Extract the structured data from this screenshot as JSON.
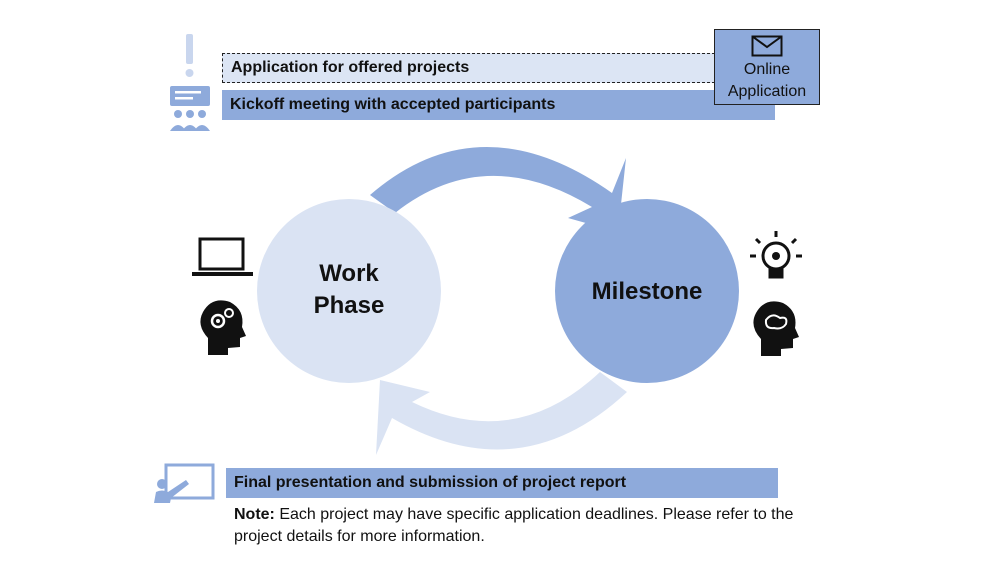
{
  "steps": {
    "application": "Application for offered projects",
    "kickoff": "Kickoff meeting with accepted participants",
    "final": "Final presentation and submission of project report"
  },
  "online_box": {
    "line1": "Online",
    "line2": "Application",
    "icon": "envelope-icon"
  },
  "cycle": {
    "work_line1": "Work",
    "work_line2": "Phase",
    "milestone": "Milestone"
  },
  "note": {
    "label": "Note:",
    "text": "Each project may have specific application deadlines. Please refer to the project details for more information."
  },
  "icons": {
    "exclamation": "exclamation-icon",
    "meeting": "meeting-icon",
    "laptop": "laptop-icon",
    "head_gears": "head-gears-icon",
    "lightbulb": "lightbulb-icon",
    "head_brain": "head-brain-icon",
    "presentation": "presentation-icon"
  },
  "colors": {
    "light_blue": "#dce5f4",
    "mid_blue": "#8eaadb",
    "circle_work": "#dae3f3",
    "circle_milestone": "#8eaadb",
    "icon_blue": "#8eaadb"
  }
}
